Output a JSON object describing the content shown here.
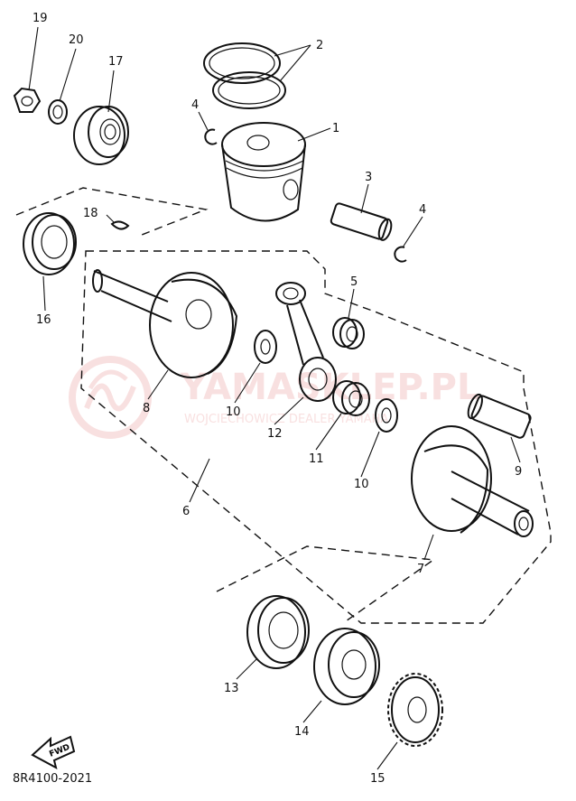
{
  "watermark": {
    "brand": "YAMASKLEP.PL",
    "tagline": "WOJCIECHOWICZ DEALER YAMAHA",
    "color": "#f4c7c7"
  },
  "diagram_code": "8R4100-2021",
  "fwd_label": "FWD",
  "callouts": [
    {
      "id": "c19",
      "text": "19"
    },
    {
      "id": "c20",
      "text": "20"
    },
    {
      "id": "c17",
      "text": "17"
    },
    {
      "id": "c2",
      "text": "2"
    },
    {
      "id": "c4a",
      "text": "4"
    },
    {
      "id": "c1",
      "text": "1"
    },
    {
      "id": "c3",
      "text": "3"
    },
    {
      "id": "c4b",
      "text": "4"
    },
    {
      "id": "c18",
      "text": "18"
    },
    {
      "id": "c16",
      "text": "16"
    },
    {
      "id": "c5",
      "text": "5"
    },
    {
      "id": "c8",
      "text": "8"
    },
    {
      "id": "c10a",
      "text": "10"
    },
    {
      "id": "c12",
      "text": "12"
    },
    {
      "id": "c11",
      "text": "11"
    },
    {
      "id": "c10b",
      "text": "10"
    },
    {
      "id": "c9",
      "text": "9"
    },
    {
      "id": "c6",
      "text": "6"
    },
    {
      "id": "c7",
      "text": "7"
    },
    {
      "id": "c13",
      "text": "13"
    },
    {
      "id": "c14",
      "text": "14"
    },
    {
      "id": "c15",
      "text": "15"
    }
  ]
}
